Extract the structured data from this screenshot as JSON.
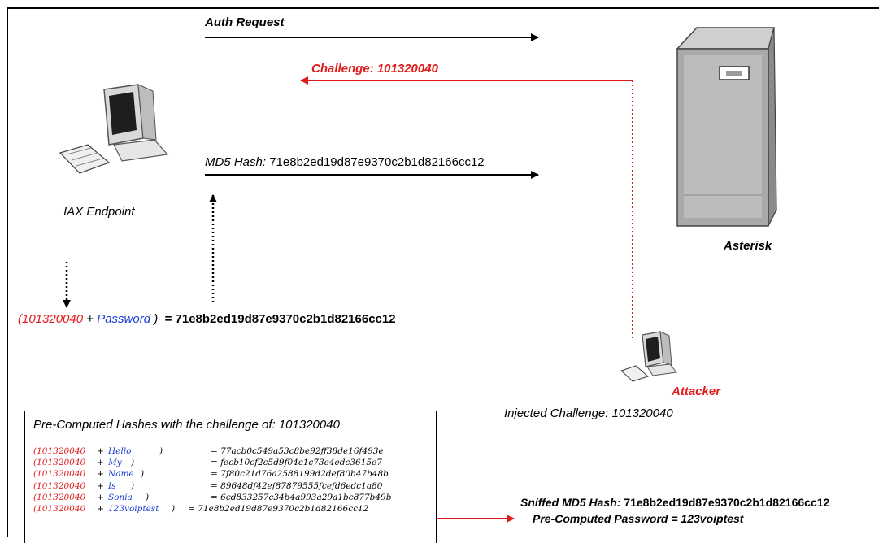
{
  "labels": {
    "auth_request": "Auth Request",
    "challenge": "Challenge: 101320040",
    "md5_prefix": "MD5 Hash:",
    "md5_value": "71e8b2ed19d87e9370c2b1d82166cc12",
    "endpoint": "IAX Endpoint",
    "server": "Asterisk",
    "attacker": "Attacker",
    "injected": "Injected Challenge: 101320040",
    "sniffed_prefix": "Sniffed MD5 Hash:",
    "sniffed_value": "71e8b2ed19d87e9370c2b1d82166cc12",
    "precomputed": "Pre-Computed Password = 123voiptest"
  },
  "formula": {
    "open": "(",
    "challenge": "101320040",
    "plus": "+",
    "password": "Password",
    "close": ")",
    "result": "= 71e8b2ed19d87e9370c2b1d82166cc12"
  },
  "precomputed_table": {
    "title": "Pre-Computed Hashes with the challenge of: 101320040",
    "rows": [
      {
        "challenge": "(101320040",
        "plus": "+",
        "word": "Hello",
        "close": ")",
        "hash": "= 77acb0c549a53c8be92ff38de16f493e"
      },
      {
        "challenge": "(101320040",
        "plus": "+",
        "word": "My",
        "close": ")",
        "hash": "= fecb10cf2c5d9f04c1c73e4edc3615e7"
      },
      {
        "challenge": "(101320040",
        "plus": "+",
        "word": "Name",
        "close": ")",
        "hash": "= 7f80c21d76a2588199d2def80b47b48b"
      },
      {
        "challenge": "(101320040",
        "plus": "+",
        "word": "Is",
        "close": ")",
        "hash": "= 89648df42ef87879555fcefd6edc1a80"
      },
      {
        "challenge": "(101320040",
        "plus": "+",
        "word": "Sonia",
        "close": ")",
        "hash": "= 6cd833257c34b4a993a29a1bc877b49b"
      },
      {
        "challenge": "(101320040",
        "plus": "+",
        "word": "123voiptest",
        "close": ")",
        "hash": "= 71e8b2ed19d87e9370c2b1d82166cc12"
      }
    ]
  },
  "colors": {
    "attack": "#e01b1b",
    "password": "#1a3fd6",
    "line": "#000000"
  }
}
